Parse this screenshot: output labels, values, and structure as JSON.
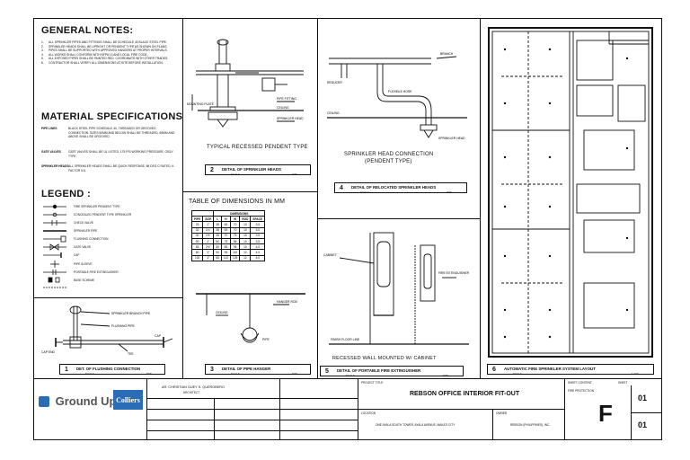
{
  "general_notes": {
    "title": "GENERAL NOTES:",
    "items": [
      "ALL SPRINKLER PIPES AND FITTINGS SHALL BE SCHEDULE 40 BLACK STEEL PIPE.",
      "SPRINKLER HEADS SHALL BE UPRIGHT OR PENDENT TYPE AS SHOWN ON PLANS.",
      "PIPES SHALL BE SUPPORTED WITH APPROVED HANGERS AT PROPER INTERVALS.",
      "ALL WORKS SHALL CONFORM WITH NFPA 13 AND LOCAL FIRE CODE.",
      "ALL EXPOSED PIPES SHALL BE PAINTED RED. COORDINATE WITH OTHER TRADES.",
      "CONTRACTOR SHALL VERIFY ALL DIMENSIONS AT SITE BEFORE INSTALLATION."
    ]
  },
  "material_specs": {
    "title": "MATERIAL SPECIFICATIONS",
    "rows": [
      {
        "label": "PIPE LINES",
        "text": "BLACK STEEL PIPE SCHEDULE 40, THREADED OR GROOVED CONNECTION. SIZES 50MM AND BELOW SHALL BE THREADED, 65MM AND ABOVE SHALL BE GROOVED."
      },
      {
        "label": "GATE VALVES",
        "text": "GATE VALVES SHALL BE UL LISTED, 175 PSI WORKING PRESSURE, OS&Y TYPE."
      },
      {
        "label": "SPRINKLER HEADS",
        "text": "ALL SPRINKLER HEADS SHALL BE QUICK RESPONSE, 68 DEG C RATED, K-FACTOR 5.6."
      }
    ]
  },
  "legend": {
    "title": "LEGEND :",
    "items": [
      "FIRE SPRINKLER PENDENT TYPE",
      "CONCEALED PENDENT TYPE SPRINKLER",
      "CHECK VALVE",
      "SPRINKLER PIPE",
      "FLUSHING CONNECTION",
      "GATE VALVE",
      "CAP",
      "PIPE SLEEVE",
      "PORTABLE FIRE EXTINGUISHER",
      "BASE SCHEME"
    ]
  },
  "detail_recessed": {
    "caption": "TYPICAL RECESSED PENDENT TYPE",
    "number": "2",
    "title": "DETAIL OF SPRINKLER HEADS",
    "labels": [
      "MOUNTING PLATE",
      "PIPE FITTING",
      "CEILING",
      "SPRINKLER HEAD"
    ]
  },
  "detail_head_connection": {
    "caption": "SPRINKLER HEAD CONNECTION",
    "sub": "(PENDENT TYPE)",
    "number": "4",
    "title": "DETAIL OF RELOCATED SPRINKLER HEADS",
    "labels": [
      "BRANCH",
      "SPRINKLER HEAD",
      "CEILING",
      "REDUCER",
      "FLEXIBLE HOSE"
    ]
  },
  "dimension_table": {
    "title": "TABLE OF DIMENSIONS IN MM",
    "header_group": "DIMENSIONS",
    "columns": [
      "PIPE",
      "SIZE",
      "L",
      "H",
      "W",
      "ROD",
      "SPACE"
    ],
    "rows": [
      [
        "25",
        "1\"",
        "38",
        "65",
        "70",
        "10",
        "3.0"
      ],
      [
        "32",
        "1¼\"",
        "38",
        "65",
        "70",
        "10",
        "3.0"
      ],
      [
        "40",
        "1½\"",
        "38",
        "70",
        "75",
        "10",
        "3.5"
      ],
      [
        "50",
        "2\"",
        "50",
        "75",
        "85",
        "10",
        "3.5"
      ],
      [
        "65",
        "2½\"",
        "50",
        "85",
        "95",
        "10",
        "4.0"
      ],
      [
        "80",
        "3\"",
        "50",
        "95",
        "110",
        "12",
        "4.5"
      ],
      [
        "100",
        "4\"",
        "65",
        "110",
        "125",
        "12",
        "5.0"
      ]
    ]
  },
  "detail_flushing": {
    "number": "1",
    "title": "DET. OF FLUSHING CONNECTION",
    "labels": [
      "SPRINKLER BRANCH PIPE",
      "FLUSHING PIPE",
      "CAP",
      "TEE",
      "CAP END"
    ]
  },
  "detail_hanger": {
    "number": "3",
    "title": "DETAIL OF PIPE HANGER",
    "labels": [
      "HANGER ROD",
      "CEILING",
      "PIPE"
    ]
  },
  "detail_extinguisher": {
    "caption": "RECESSED WALL MOUNTED W/ CABINET",
    "number": "5",
    "title": "DETAIL OF PORTABLE FIRE EXTINGUISHER",
    "labels": [
      "FIRE EXTINGUISHER",
      "CABINET",
      "FINISH FLOOR LINE"
    ]
  },
  "detail_layout": {
    "number": "6",
    "title": "AUTOMATIC FIRE SPRINKLER SYSTEM LAYOUT",
    "scale": "1:100"
  },
  "scale_label": "SCALE",
  "scale_value": "NTS",
  "title_block": {
    "company": "Ground Up",
    "partner": "Colliers",
    "engineer": "AR. CHRISTIAN GUEY S. QUEROBERO",
    "engineer_role": "ARCHITECT",
    "project_label": "PROJECT TITLE",
    "project": "REBSON OFFICE INTERIOR FIT-OUT",
    "location_label": "LOCATION",
    "location": "ONE AYALA SOUTH TOWER, AYALA AVENUE, MAKATI CITY",
    "owner_label": "OWNER",
    "owner": "REBSON (PHILIPPINES), INC.",
    "sheet_content_label": "SHEET CONTENT",
    "sheet_content": "FIRE PROTECTION",
    "sheet_letter": "F",
    "sheet_no": "01",
    "total_sheets": "01",
    "sheet_label": "SHEET"
  }
}
